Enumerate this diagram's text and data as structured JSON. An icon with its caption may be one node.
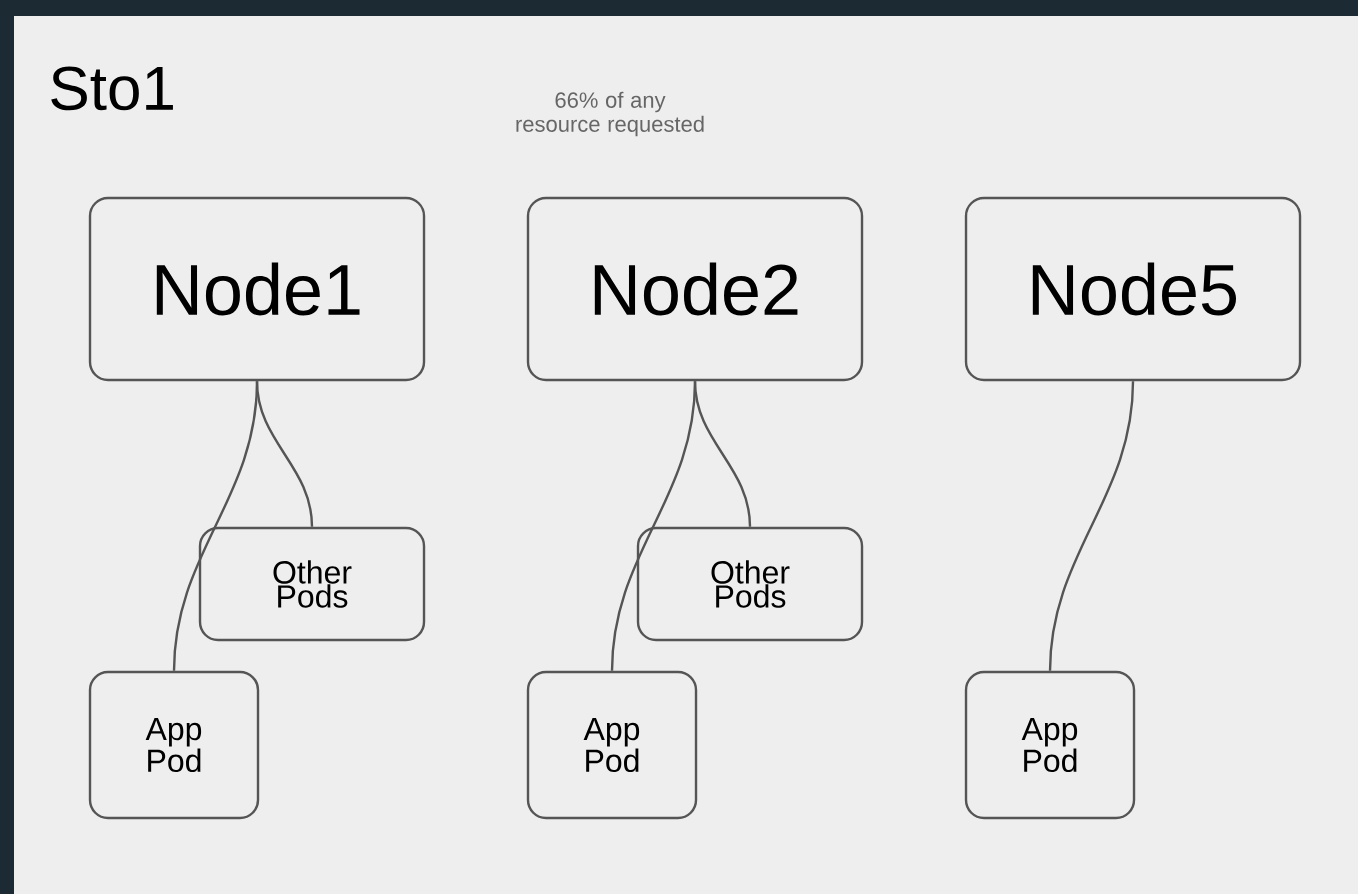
{
  "diagram": {
    "nodes": [
      {
        "text": [
          "Sto1"
        ]
      },
      {
        "text": [
          "Node1"
        ],
        "in": 0
      },
      {
        "text": [
          "Node2"
        ],
        "in": 0
      },
      {
        "text": [
          "Node5"
        ],
        "in": 0
      },
      {
        "text": [
          "Other Pods"
        ],
        "in": 0
      },
      {
        "text": [
          "App Pod"
        ],
        "in": 0
      },
      {
        "text": [
          "Other Pods"
        ],
        "in": 0
      },
      {
        "text": [
          "App Pod"
        ],
        "in": 0
      },
      {
        "text": [
          "App Pod"
        ],
        "in": 0
      }
    ],
    "edges": [
      {
        "from": 1,
        "to": 5,
        "arrow": "none"
      },
      {
        "from": 1,
        "to": 4,
        "arrow": "none"
      },
      {
        "from": 2,
        "to": 7,
        "arrow": "none"
      },
      {
        "from": 2,
        "to": 6,
        "arrow": "none"
      },
      {
        "from": 3,
        "to": 8,
        "arrow": "none"
      }
    ],
    "labels": [
      "66% of any resource requested"
    ]
  }
}
